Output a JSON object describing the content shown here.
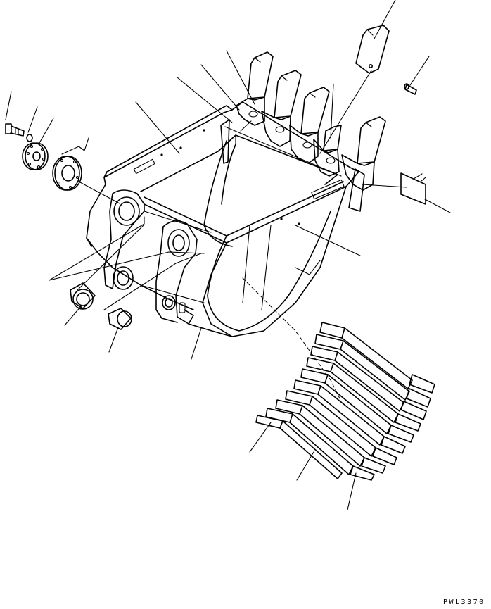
{
  "drawing_code": "PWL3370",
  "colors": {
    "line": "#000000",
    "background": "#ffffff"
  },
  "parts": [
    "bolt",
    "washer",
    "flange-plate",
    "shim-plate",
    "bushing-flanged",
    "bushing-plain",
    "bucket-body",
    "tooth-points",
    "adapters",
    "side-cutter",
    "pin",
    "wear-plate-strips"
  ]
}
